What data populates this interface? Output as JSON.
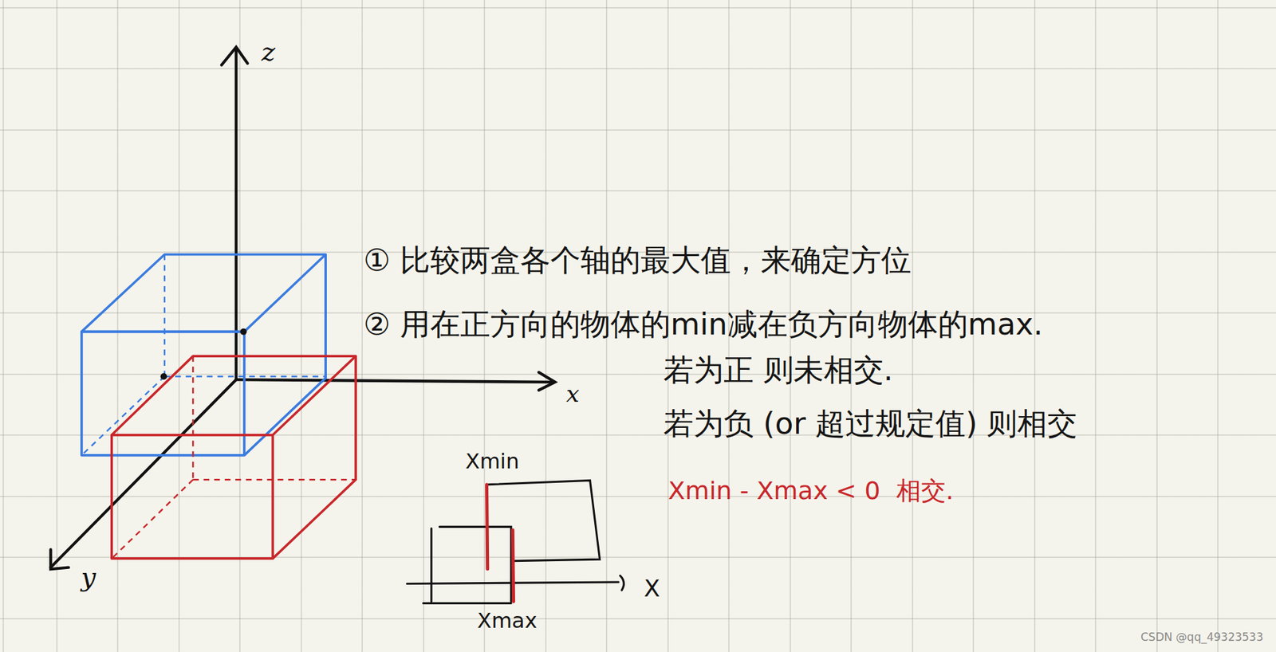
{
  "diagram": {
    "labels": [
      "z",
      "x",
      "y",
      "① 比较两盒各个轴的最大值，来确定方位",
      "② 用在正方向的物体的min减在负方向物体的max.",
      "若为正 则未相交.",
      "若为负 (or 超过规定值) 则相交",
      "Xmin - Xmax < 0  相交.",
      "Xmin",
      "Xmax",
      "X",
      "CSDN @qq_49323533"
    ]
  }
}
